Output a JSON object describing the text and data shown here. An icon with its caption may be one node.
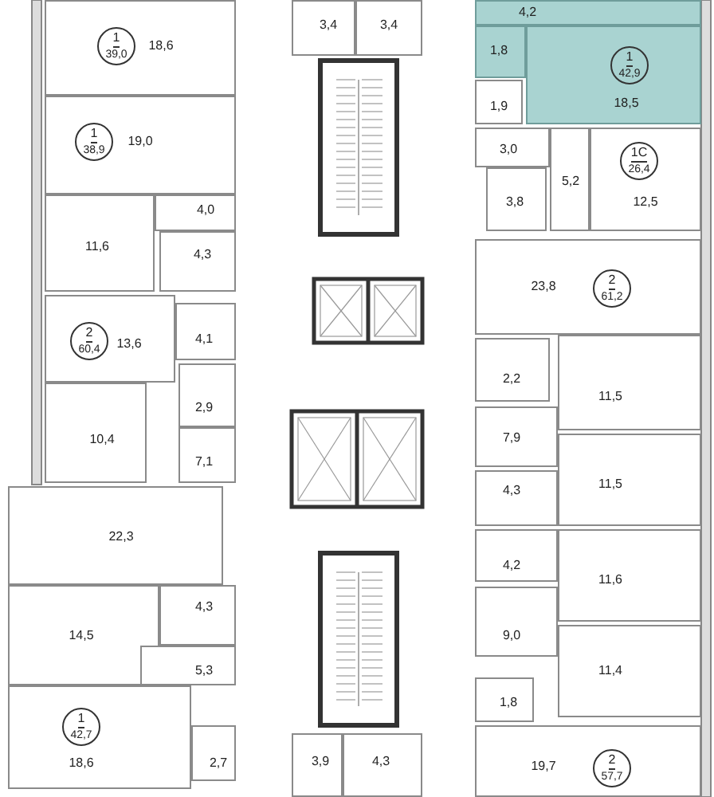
{
  "diagram": {
    "nodes": [
      {
        "text": [
          "18,6"
        ]
      },
      {
        "text": [
          "1",
          "39,0"
        ],
        "in": 0
      },
      {
        "text": [
          "19,0"
        ]
      },
      {
        "text": [
          "1",
          "38,9"
        ],
        "in": 2
      },
      {
        "text": [
          "4,0"
        ]
      },
      {
        "text": [
          "11,6"
        ]
      },
      {
        "text": [
          "4,3"
        ]
      },
      {
        "text": [
          "13,6"
        ]
      },
      {
        "text": [
          "2",
          "60,4"
        ],
        "in": 7
      },
      {
        "text": [
          "4,1"
        ]
      },
      {
        "text": [
          "2,9"
        ]
      },
      {
        "text": [
          "10,4"
        ]
      },
      {
        "text": [
          "7,1"
        ]
      },
      {
        "text": [
          "22,3"
        ]
      },
      {
        "text": [
          "14,5"
        ]
      },
      {
        "text": [
          "4,3"
        ]
      },
      {
        "text": [
          "5,3"
        ]
      },
      {
        "text": [
          "18,6"
        ]
      },
      {
        "text": [
          "1",
          "42,7"
        ],
        "in": 17
      },
      {
        "text": [
          "2,7"
        ]
      },
      {
        "text": [
          "3,4"
        ]
      },
      {
        "text": [
          "3,4"
        ]
      },
      {
        "text": [
          "3,9"
        ]
      },
      {
        "text": [
          "4,3"
        ]
      },
      {
        "text": [
          "4,2"
        ]
      },
      {
        "text": [
          "1,8"
        ]
      },
      {
        "text": [
          "18,5"
        ]
      },
      {
        "text": [
          "1",
          "42,9"
        ],
        "in": 26
      },
      {
        "text": [
          "1,9"
        ]
      },
      {
        "text": [
          "3,0"
        ]
      },
      {
        "text": [
          "3,8"
        ]
      },
      {
        "text": [
          "5,2"
        ]
      },
      {
        "text": [
          "12,5"
        ]
      },
      {
        "text": [
          "1C",
          "26,4"
        ],
        "in": 32
      },
      {
        "text": [
          "23,8"
        ]
      },
      {
        "text": [
          "2",
          "61,2"
        ],
        "in": 34
      },
      {
        "text": [
          "2,2"
        ]
      },
      {
        "text": [
          "11,5"
        ]
      },
      {
        "text": [
          "7,9"
        ]
      },
      {
        "text": [
          "4,3"
        ]
      },
      {
        "text": [
          "11,5"
        ]
      },
      {
        "text": [
          "4,2"
        ]
      },
      {
        "text": [
          "11,6"
        ]
      },
      {
        "text": [
          "9,0"
        ]
      },
      {
        "text": [
          "11,4"
        ]
      },
      {
        "text": [
          "1,8"
        ]
      },
      {
        "text": [
          "19,7"
        ]
      },
      {
        "text": [
          "2",
          "57,7"
        ],
        "in": 46
      }
    ]
  }
}
